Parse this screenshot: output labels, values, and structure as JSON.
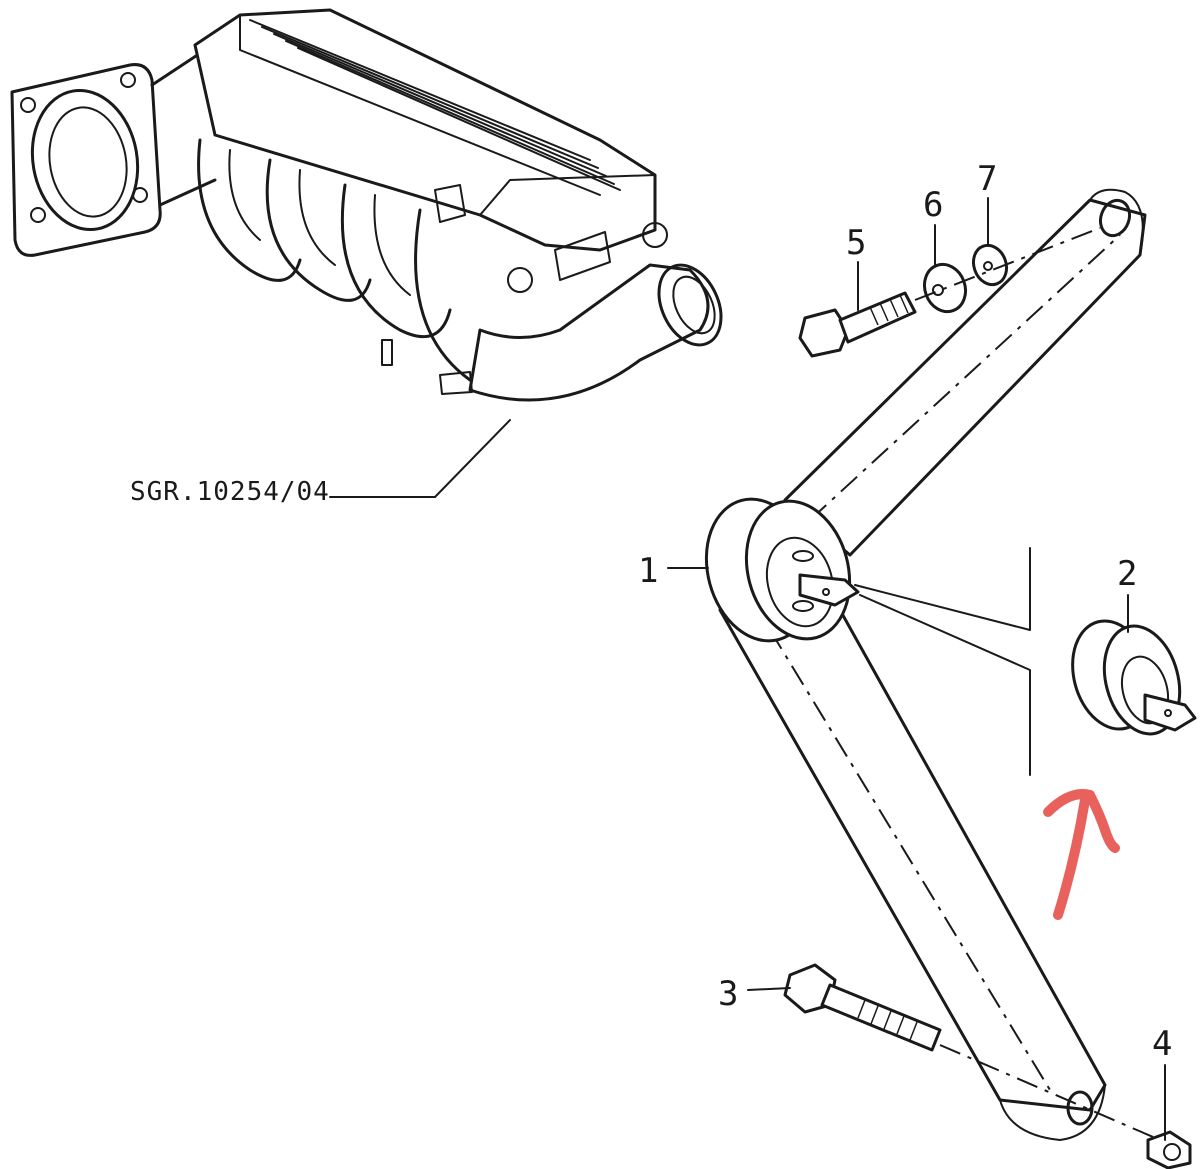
{
  "reference_code": "SGR.10254/04",
  "callouts": [
    "1",
    "2",
    "3",
    "4",
    "5",
    "6",
    "7"
  ],
  "colors": {
    "ink": "#1a1a1a",
    "annotation_arrow": "#e8615c",
    "background": "#ffffff"
  }
}
